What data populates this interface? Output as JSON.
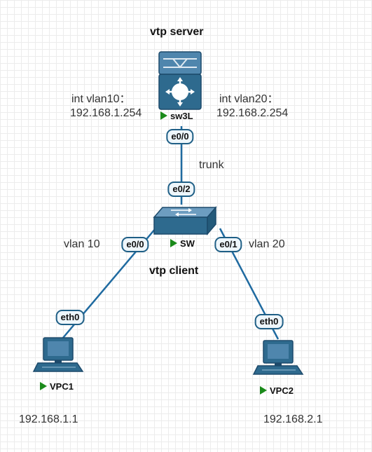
{
  "labels": {
    "vtp_server": "vtp server",
    "vtp_client": "vtp client",
    "trunk": "trunk",
    "vlan10_intf": "int vlan10：",
    "vlan10_ip": "192.168.1.254",
    "vlan20_intf": "int vlan20：",
    "vlan20_ip": "192.168.2.254",
    "vlan10": "vlan 10",
    "vlan20": "vlan 20",
    "vpc1_ip": "192.168.1.1",
    "vpc2_ip": "192.168.2.1"
  },
  "devices": {
    "sw3l": {
      "name": "sw3L",
      "icon": "layer3-switch-icon"
    },
    "sw": {
      "name": "SW",
      "icon": "switch-icon"
    },
    "vpc1": {
      "name": "VPC1",
      "icon": "pc-icon"
    },
    "vpc2": {
      "name": "VPC2",
      "icon": "pc-icon"
    }
  },
  "ports": {
    "sw3l_e00": "e0/0",
    "sw_e02": "e0/2",
    "sw_e00": "e0/0",
    "sw_e01": "e0/1",
    "vpc1_eth0": "eth0",
    "vpc2_eth0": "eth0"
  },
  "colors": {
    "link": "#1f6aa0",
    "device": "#2e6a8e",
    "status": "#1a8a1a"
  }
}
